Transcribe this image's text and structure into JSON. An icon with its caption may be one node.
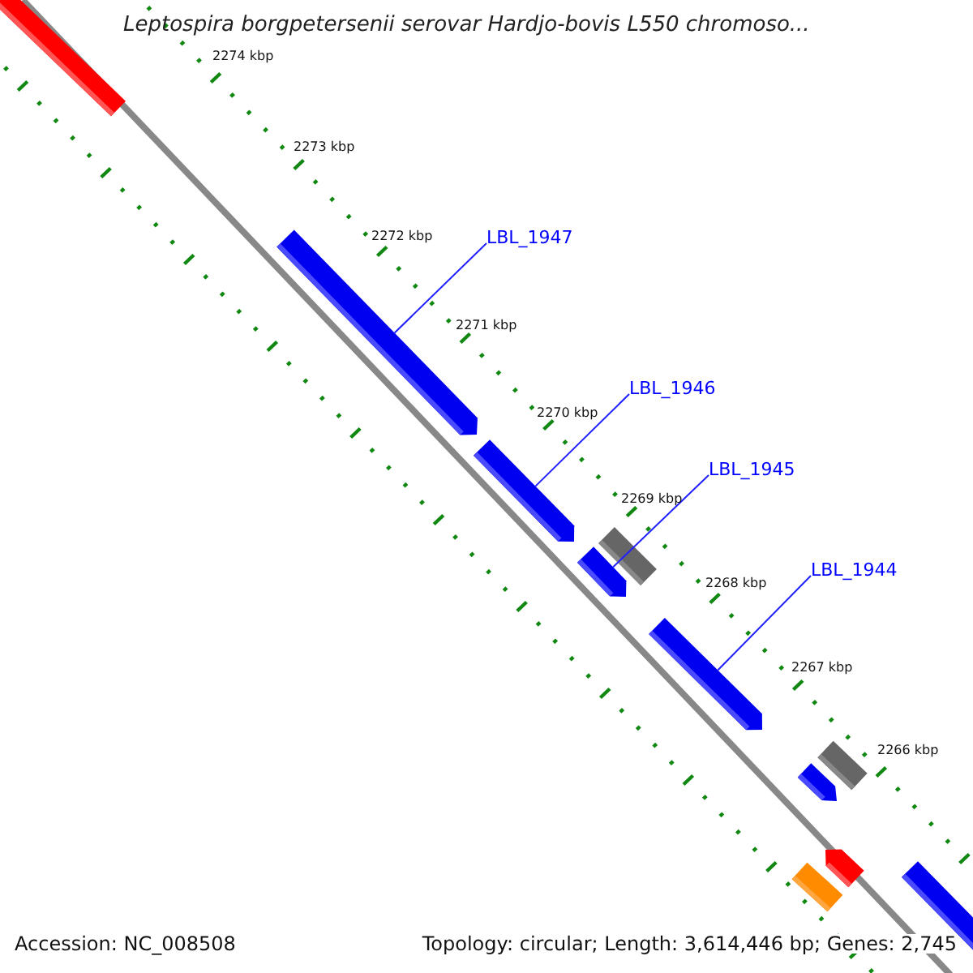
{
  "diagram": {
    "title": "Leptospira borgpetersenii serovar Hardjo-bovis L550 chromoso...",
    "nodes": [
      {
        "text": [],
        "shape": "bar"
      },
      {
        "text": [],
        "shape": "arrow"
      },
      {
        "text": [
          "LBL_1947"
        ]
      },
      {
        "text": [],
        "shape": "arrow"
      },
      {
        "text": [
          "LBL_1946"
        ]
      },
      {
        "text": [],
        "shape": "bar"
      },
      {
        "text": [
          "LBL_1945"
        ]
      },
      {
        "text": [],
        "shape": "arrow"
      },
      {
        "text": [
          "LBL_1944"
        ]
      },
      {
        "text": [],
        "shape": "arrow"
      },
      {
        "text": [],
        "shape": "bar"
      },
      {
        "text": [],
        "shape": "arrow"
      },
      {
        "text": [],
        "shape": "arrow"
      },
      {
        "text": [],
        "shape": "bar"
      },
      {
        "text": [],
        "shape": "arrow"
      }
    ],
    "edges": [
      {
        "from": 2,
        "to": 1,
        "arrow": "none"
      },
      {
        "from": 4,
        "to": 3,
        "arrow": "none"
      },
      {
        "from": 6,
        "to": 7,
        "arrow": "none"
      },
      {
        "from": 8,
        "to": 9,
        "arrow": "none"
      }
    ],
    "labels": [
      "2274 kbp",
      "2273 kbp",
      "2272 kbp",
      "2271 kbp",
      "2270 kbp",
      "2269 kbp",
      "2268 kbp",
      "2267 kbp",
      "2266 kbp",
      "Accession: NC_008508",
      "Topology: circular; Length: 3,614,446 bp; Genes: 2,745"
    ]
  }
}
